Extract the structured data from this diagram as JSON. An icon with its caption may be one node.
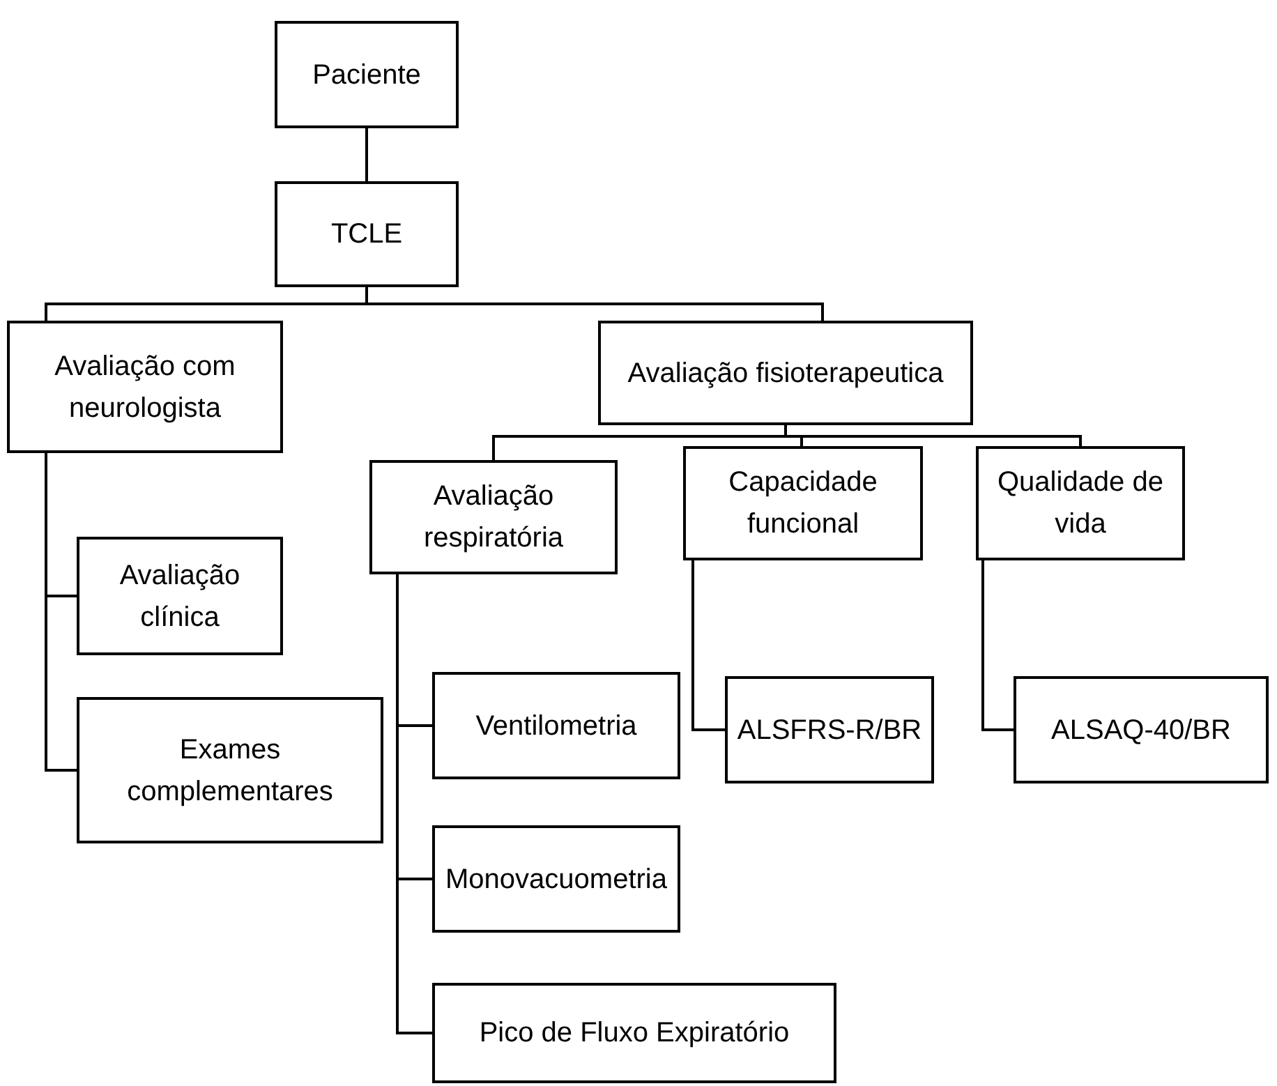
{
  "diagram": {
    "nodes": [
      {
        "text": [
          "Paciente"
        ]
      },
      {
        "text": [
          "TCLE"
        ]
      },
      {
        "text": [
          "Avaliação com neurologista"
        ]
      },
      {
        "text": [
          "Avaliação fisioterapeutica"
        ]
      },
      {
        "text": [
          "Avaliação clínica"
        ]
      },
      {
        "text": [
          "Exames complementares"
        ]
      },
      {
        "text": [
          "Avaliação respiratória"
        ]
      },
      {
        "text": [
          "Capacidade funcional"
        ]
      },
      {
        "text": [
          "Qualidade de vida"
        ]
      },
      {
        "text": [
          "ALSFRS-R/BR"
        ]
      },
      {
        "text": [
          "ALSAQ-40/BR"
        ]
      },
      {
        "text": [
          "Ventilometria"
        ]
      },
      {
        "text": [
          "Monovacuometria"
        ]
      },
      {
        "text": [
          "Pico de Fluxo Expiratório"
        ]
      }
    ],
    "edges": [
      {
        "from": 0,
        "to": 1,
        "arrow": "none"
      },
      {
        "from": 1,
        "to": 2,
        "arrow": "none"
      },
      {
        "from": 1,
        "to": 3,
        "arrow": "none"
      },
      {
        "from": 2,
        "to": 4,
        "arrow": "none"
      },
      {
        "from": 2,
        "to": 5,
        "arrow": "none"
      },
      {
        "from": 3,
        "to": 6,
        "arrow": "none"
      },
      {
        "from": 3,
        "to": 7,
        "arrow": "none"
      },
      {
        "from": 3,
        "to": 8,
        "arrow": "none"
      },
      {
        "from": 6,
        "to": 11,
        "arrow": "none"
      },
      {
        "from": 6,
        "to": 12,
        "arrow": "none"
      },
      {
        "from": 6,
        "to": 13,
        "arrow": "none"
      },
      {
        "from": 7,
        "to": 9,
        "arrow": "none"
      },
      {
        "from": 8,
        "to": 10,
        "arrow": "none"
      }
    ]
  }
}
